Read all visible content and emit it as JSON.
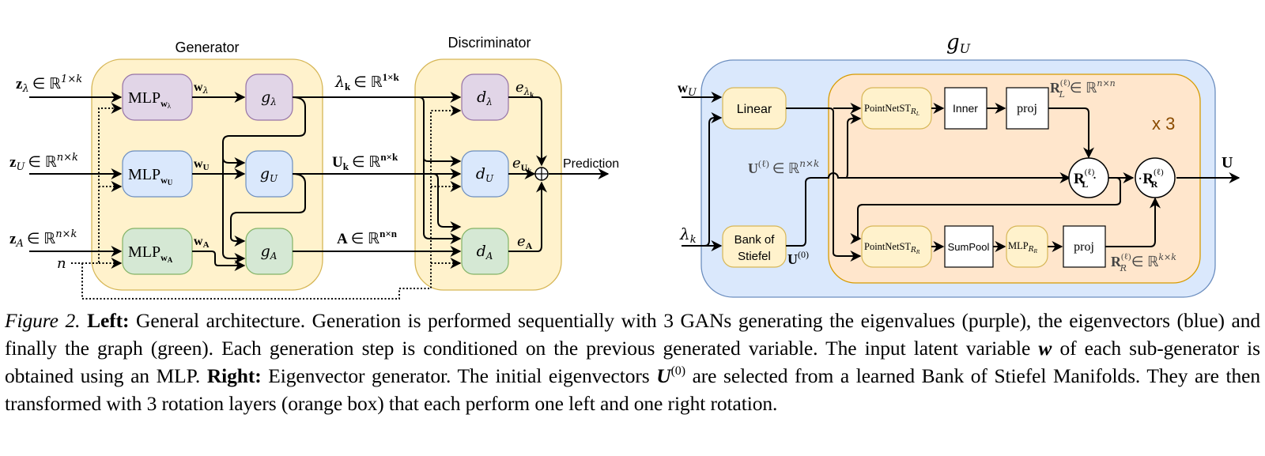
{
  "figure": {
    "left": {
      "generator_title": "Generator",
      "discriminator_title": "Discriminator",
      "inputs": {
        "z_lambda": {
          "sym": "z",
          "sub": "λ",
          "space": "∈ ℝ",
          "sup": "1×k"
        },
        "z_U": {
          "sym": "z",
          "sub": "U",
          "space": "∈ ℝ",
          "sup": "n×k"
        },
        "z_A": {
          "sym": "z",
          "sub": "A",
          "space": "∈ ℝ",
          "sup": "n×k"
        },
        "n": "n"
      },
      "mlps": [
        {
          "name": "MLP",
          "sub": "w",
          "subsub": "λ",
          "out_sym": "w",
          "out_sub": "λ",
          "color": "#e1d5e7",
          "stroke": "#9673a6"
        },
        {
          "name": "MLP",
          "sub": "w",
          "subsub": "U",
          "out_sym": "w",
          "out_sub": "U",
          "color": "#dae8fc",
          "stroke": "#6c8ebf"
        },
        {
          "name": "MLP",
          "sub": "w",
          "subsub": "A",
          "out_sym": "w",
          "out_sub": "A",
          "color": "#d5e8d4",
          "stroke": "#82b366"
        }
      ],
      "generators": [
        {
          "sym": "g",
          "sub": "λ",
          "color": "#e1d5e7",
          "stroke": "#9673a6"
        },
        {
          "sym": "g",
          "sub": "U",
          "color": "#dae8fc",
          "stroke": "#6c8ebf"
        },
        {
          "sym": "g",
          "sub": "A",
          "color": "#d5e8d4",
          "stroke": "#82b366"
        }
      ],
      "outputs": [
        {
          "sym": "λ",
          "sub": "k",
          "space": "∈ ℝ",
          "sup": "1×k"
        },
        {
          "sym": "U",
          "sub": "k",
          "space": "∈ ℝ",
          "sup": "n×k"
        },
        {
          "sym": "A",
          "sub": "",
          "space": "∈ ℝ",
          "sup": "n×n"
        }
      ],
      "discriminators": [
        {
          "sym": "d",
          "sub": "λ",
          "color": "#e1d5e7",
          "stroke": "#9673a6"
        },
        {
          "sym": "d",
          "sub": "U",
          "color": "#dae8fc",
          "stroke": "#6c8ebf"
        },
        {
          "sym": "d",
          "sub": "A",
          "color": "#d5e8d4",
          "stroke": "#82b366"
        }
      ],
      "embeddings": [
        {
          "sym": "e",
          "sub": "λ",
          "subsub": "k"
        },
        {
          "sym": "e",
          "sub": "U",
          "subsub": "k"
        },
        {
          "sym": "e",
          "sub": "A",
          "subsub": ""
        }
      ],
      "sum_symbol": "⊕",
      "prediction_label": "Prediction",
      "container_color": "#fff2cc",
      "container_stroke": "#d6b656"
    },
    "right": {
      "title_sym": "g",
      "title_sub": "U",
      "input_w": {
        "sym": "w",
        "sub": "U"
      },
      "input_lambda": {
        "sym": "λ",
        "sub": "k"
      },
      "linear_label": "Linear",
      "bank_label_line1": "Bank of",
      "bank_label_line2": "Stiefel",
      "u0_label": {
        "sym": "U",
        "sup": "(0)"
      },
      "ul_label": {
        "sym": "U",
        "sup": "(ℓ)",
        "space": "∈ ℝ",
        "sup2": "n×k"
      },
      "pointnet_L": {
        "name": "PointNetST",
        "sub": "R",
        "subsub": "L"
      },
      "pointnet_R": {
        "name": "PointNetST",
        "sub": "R",
        "subsub": "R"
      },
      "inner_label": "Inner",
      "proj_label": "proj",
      "sumpool_label": "SumPool",
      "mlp_R": {
        "name": "MLP",
        "sub": "R",
        "subsub": "R"
      },
      "RL_label": {
        "sym": "R",
        "sub": "L",
        "sup": "(ℓ)",
        "space": "∈ ℝ",
        "sup2": "n×n"
      },
      "RR_label": {
        "sym": "R",
        "sub": "R",
        "sup": "(ℓ)",
        "space": "∈ ℝ",
        "sup2": "k×k"
      },
      "rot_left": {
        "sym": "R",
        "sub": "L",
        "sup": "(ℓ)",
        "dot": "·"
      },
      "rot_right": {
        "sym": "R",
        "sub": "R",
        "sup": "(ℓ)",
        "dot": "·"
      },
      "repeat_label": "x 3",
      "output_label": "U",
      "outer_color": "#dae8fc",
      "outer_stroke": "#6c8ebf",
      "inner_color": "#ffe6cc",
      "inner_stroke": "#d79b00",
      "block_color": "#fff2cc",
      "block_stroke": "#d6b656",
      "repeat_color": "#8a4b00"
    }
  },
  "caption": {
    "fig_label": "Figure 2.",
    "left_label": "Left:",
    "left_text_1": " General architecture.  Generation is performed sequentially with 3 GANs generating the eigenvalues (purple), the eigenvectors (blue) and finally the graph (green). Each generation step is conditioned on the previous generated variable. The input latent variable ",
    "w_sym": "w",
    "left_text_2": " of each sub-generator is obtained using an MLP. ",
    "right_label": "Right:",
    "right_text_1": " Eigenvector generator. The initial eigenvectors ",
    "u_sym": "U",
    "u_sup": "(0)",
    "right_text_2": " are selected from a learned Bank of Stiefel Manifolds. They are then transformed with 3 rotation layers (orange box) that each perform one left and one right rotation."
  }
}
